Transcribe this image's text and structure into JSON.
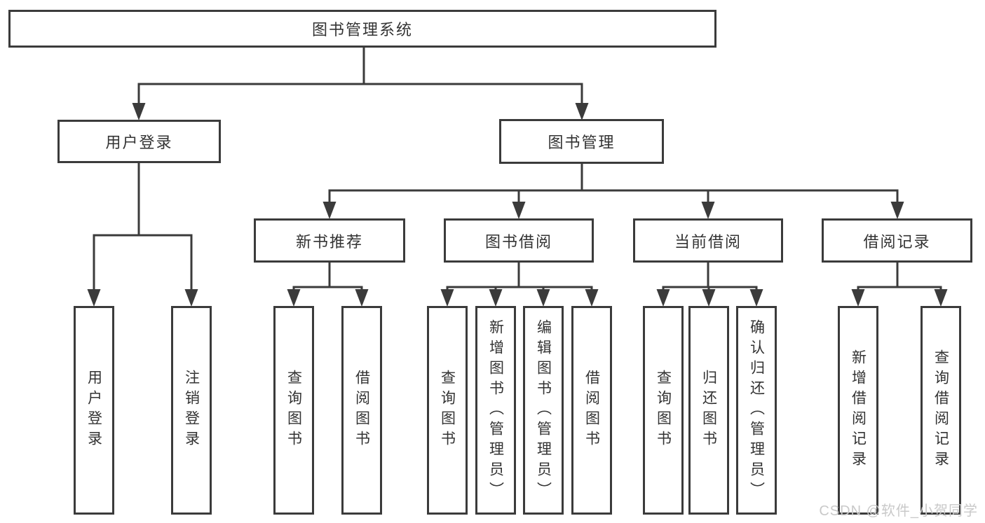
{
  "nodes": {
    "root": "图书管理系统",
    "user_login_branch": "用户登录",
    "book_management": "图书管理",
    "new_book_recommendation": "新书推荐",
    "book_borrowing": "图书借阅",
    "current_borrowing": "当前借阅",
    "borrowing_records": "借阅记录",
    "ul_user_login": "用户登录",
    "ul_logout": "注销登录",
    "nb_query_books": "查询图书",
    "nb_borrow_books": "借阅图书",
    "bb_query_books": "查询图书",
    "bb_add_books_admin": "新增图书（管理员）",
    "bb_edit_books_admin": "编辑图书（管理员）",
    "bb_borrow_books": "借阅图书",
    "cb_query_books": "查询图书",
    "cb_return_books": "归还图书",
    "cb_confirm_return_admin": "确认归还（管理员）",
    "br_add_borrow_record": "新增借阅记录",
    "br_query_borrow_record": "查询借阅记录"
  },
  "hierarchy": {
    "图书管理系统": {
      "用户登录": [
        "用户登录",
        "注销登录"
      ],
      "图书管理": {
        "新书推荐": [
          "查询图书",
          "借阅图书"
        ],
        "图书借阅": [
          "查询图书",
          "新增图书（管理员）",
          "编辑图书（管理员）",
          "借阅图书"
        ],
        "当前借阅": [
          "查询图书",
          "归还图书",
          "确认归还（管理员）"
        ],
        "借阅记录": [
          "新增借阅记录",
          "查询借阅记录"
        ]
      }
    }
  },
  "watermark": {
    "text": "CSDN @软件_小贺同学"
  },
  "colors": {
    "line": "#3b3b3b",
    "text": "#333333",
    "box_background": "#ffffff",
    "page_background": "#ffffff",
    "watermark": "#c9c9c9"
  }
}
